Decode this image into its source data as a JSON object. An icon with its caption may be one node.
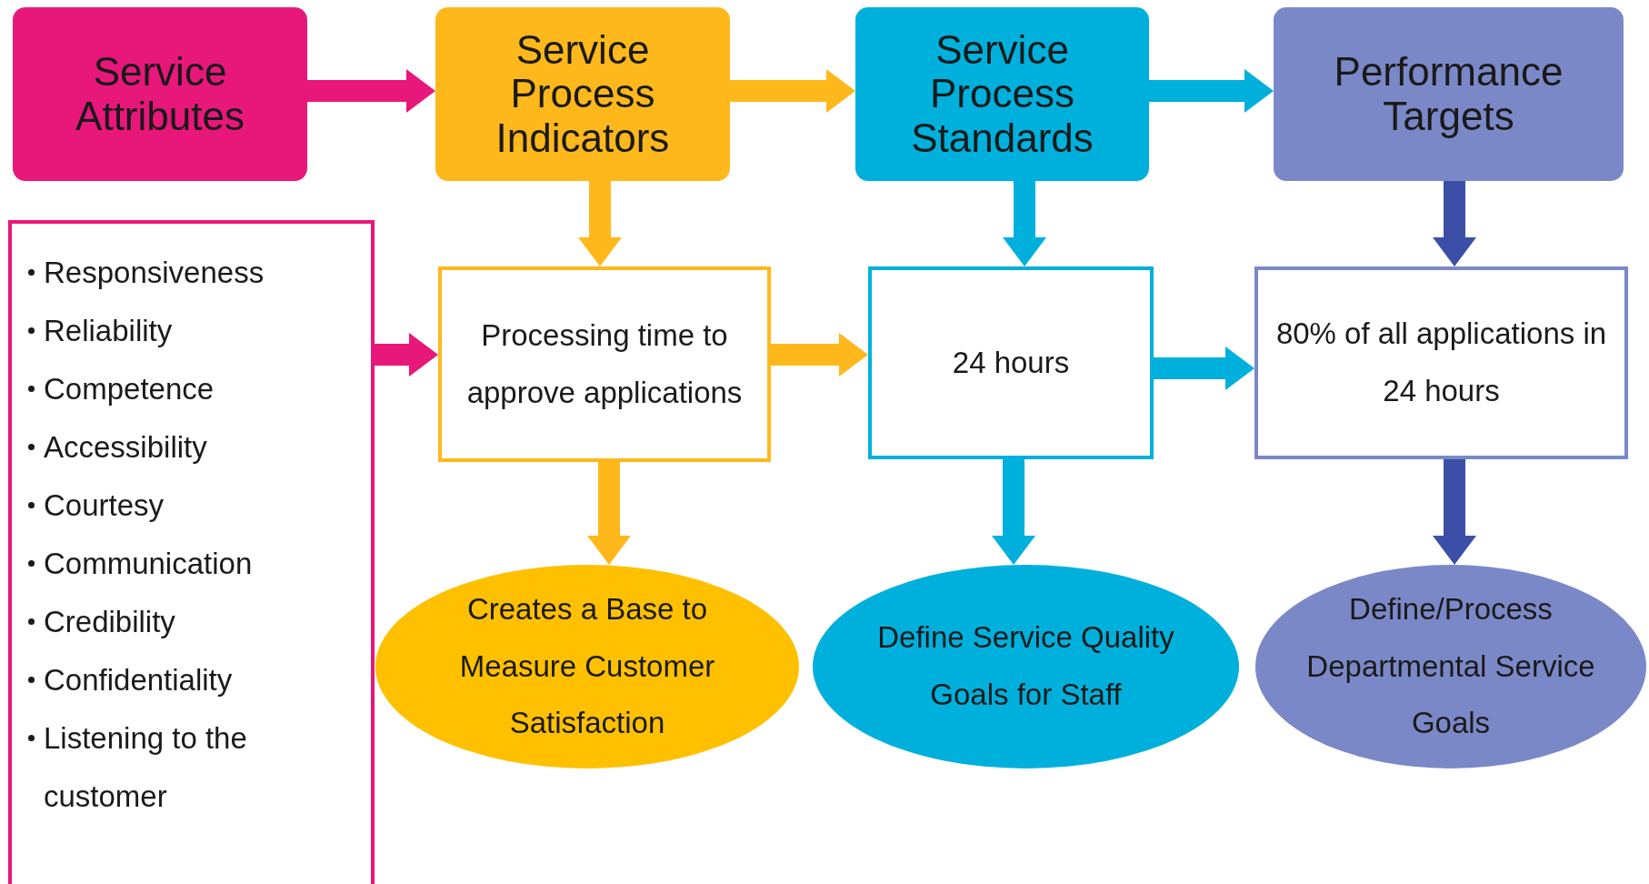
{
  "diagram": {
    "nodes": [
      {
        "text": [
          "Service Attributes"
        ]
      },
      {
        "text": [
          "Service Process Indicators"
        ]
      },
      {
        "text": [
          "Service Process Standards"
        ]
      },
      {
        "text": [
          "Performance Targets"
        ]
      },
      {
        "text": [
          "Responsiveness",
          "Reliability",
          "Competence",
          "Accessibility",
          "Courtesy",
          "Communication",
          "Credibility",
          "Confidentiality",
          "Listening to the customer"
        ]
      },
      {
        "text": [
          "Processing time to approve applications"
        ]
      },
      {
        "text": [
          "24 hours"
        ]
      },
      {
        "text": [
          "80% of all applications in 24 hours"
        ]
      },
      {
        "text": [
          "Creates a Base to Measure Customer Satisfaction"
        ]
      },
      {
        "text": [
          "Define Service Quality Goals for Staff"
        ]
      },
      {
        "text": [
          "Define/Process Departmental Service Goals"
        ]
      }
    ],
    "edges": [
      {
        "from": 0,
        "to": 1,
        "arrow": "to",
        "color": "#e8177a"
      },
      {
        "from": 1,
        "to": 2,
        "arrow": "to",
        "color": "#ffb81c"
      },
      {
        "from": 2,
        "to": 3,
        "arrow": "to",
        "color": "#00b0dc"
      },
      {
        "from": 1,
        "to": 5,
        "arrow": "to",
        "color": "#ffb81c"
      },
      {
        "from": 2,
        "to": 6,
        "arrow": "to",
        "color": "#00b0dc"
      },
      {
        "from": 3,
        "to": 7,
        "arrow": "to",
        "color": "#3c4fa6"
      },
      {
        "from": 4,
        "to": 5,
        "arrow": "to",
        "color": "#e8177a"
      },
      {
        "from": 5,
        "to": 6,
        "arrow": "to",
        "color": "#ffb81c"
      },
      {
        "from": 6,
        "to": 7,
        "arrow": "to",
        "color": "#00b0dc"
      },
      {
        "from": 5,
        "to": 8,
        "arrow": "to",
        "color": "#ffb81c"
      },
      {
        "from": 6,
        "to": 9,
        "arrow": "to",
        "color": "#00b0dc"
      },
      {
        "from": 7,
        "to": 10,
        "arrow": "to",
        "color": "#3c4fa6"
      }
    ]
  }
}
